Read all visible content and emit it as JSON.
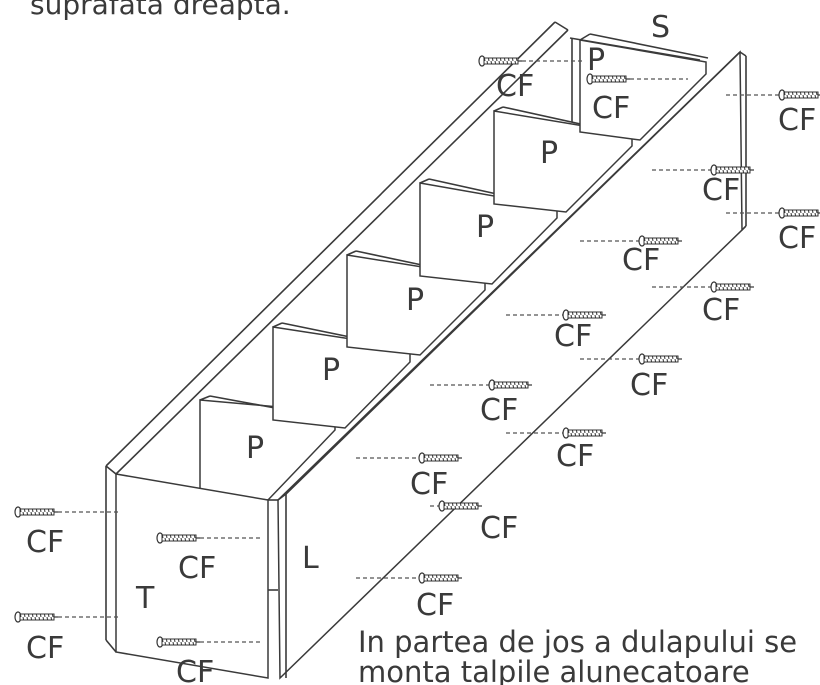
{
  "heading_fragment": "suprafata dreapta.",
  "labels": {
    "S": "S",
    "P": "P",
    "T": "T",
    "L": "L",
    "CF": "CF"
  },
  "note": {
    "line1": "In partea de jos a dulapului se",
    "line2": "monta talpile alunecatoare"
  }
}
